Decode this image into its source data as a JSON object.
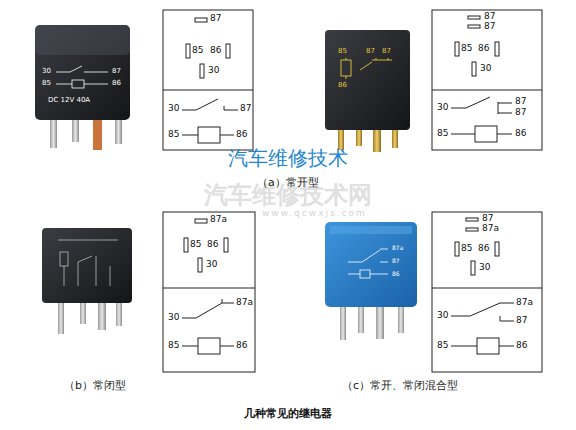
{
  "diagram": {
    "caption": "几种常见的继电器",
    "labels": [
      "汽车维修技术",
      "汽车维修技术网",
      "www.qcwxjs.com",
      "（a）常开型",
      "（b）常闭型",
      "（c）常开、常闭混合型",
      "30",
      "87",
      "85",
      "86",
      "DC 12V  40A",
      "85",
      "87",
      "87",
      "86",
      "87a",
      "87",
      "86",
      "87",
      "85",
      "86",
      "30",
      "30",
      "87",
      "85",
      "86",
      "87",
      "87",
      "85",
      "86",
      "30",
      "30",
      "87",
      "87",
      "85",
      "86",
      "87a",
      "85",
      "86",
      "30",
      "30",
      "87a",
      "85",
      "86",
      "87",
      "87a",
      "85",
      "86",
      "30",
      "30",
      "87a",
      "87",
      "85",
      "86"
    ]
  }
}
